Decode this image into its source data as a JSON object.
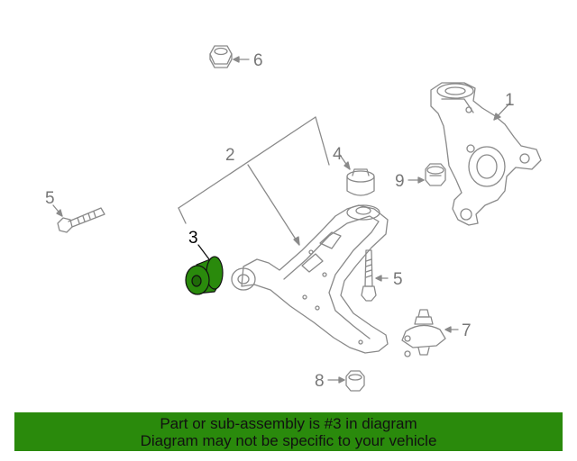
{
  "callouts": {
    "c1": "1",
    "c2": "2",
    "c3": "3",
    "c4": "4",
    "c5a": "5",
    "c5b": "5",
    "c6": "6",
    "c7": "7",
    "c8": "8",
    "c9": "9"
  },
  "highlight_color": "#2a8a0c",
  "banner": {
    "line1": "Part or sub-assembly is #3 in diagram",
    "line2": "Diagram may not be specific to your vehicle"
  }
}
